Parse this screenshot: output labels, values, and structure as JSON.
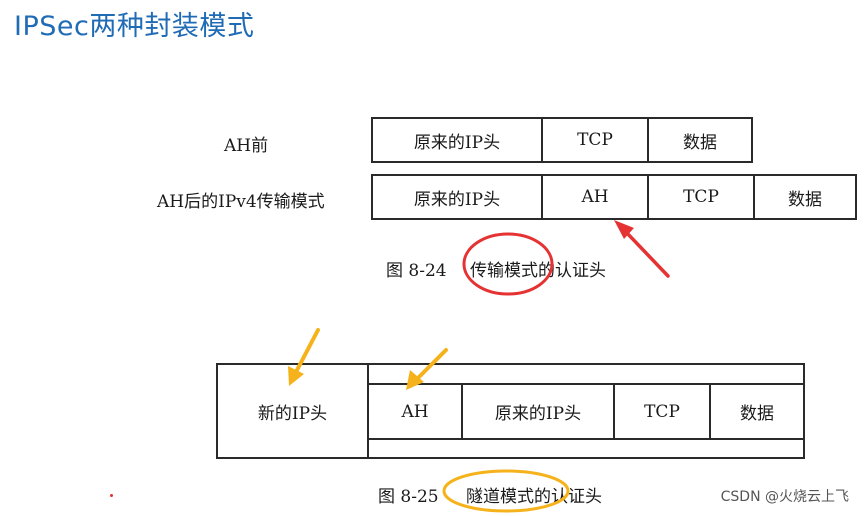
{
  "title": "IPSec两种封装模式",
  "figure1": {
    "row1_label": "AH前",
    "row1_cells": [
      "原来的IP头",
      "TCP",
      "数据"
    ],
    "row2_label": "AH后的IPv4传输模式",
    "row2_cells": [
      "原来的IP头",
      "AH",
      "TCP",
      "数据"
    ],
    "caption_num": "图 8-24",
    "caption_text": "传输模式的认证头"
  },
  "figure2": {
    "new_header": "新的IP头",
    "cells": [
      "AH",
      "原来的IP头",
      "TCP",
      "数据"
    ],
    "caption_num": "图 8-25",
    "caption_text": "隧道模式的认证头"
  },
  "watermark": "CSDN @火烧云上飞",
  "colors": {
    "title": "#1f6bb5",
    "red_annotation": "#e53232",
    "orange_annotation": "#f5b21a"
  }
}
